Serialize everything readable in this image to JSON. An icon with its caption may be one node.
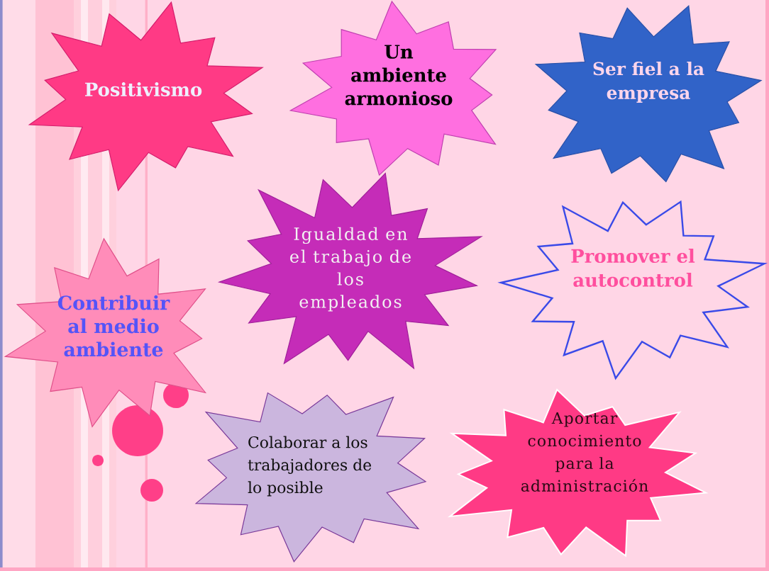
{
  "diagram": {
    "nodes": [
      {
        "text": [
          "Positivismo"
        ]
      },
      {
        "text": [
          "Un ambiente armonioso"
        ]
      },
      {
        "text": [
          "Ser fiel a la empresa"
        ]
      },
      {
        "text": [
          "Contribuir al medio ambiente"
        ]
      },
      {
        "text": [
          "Igualdad en el trabajo de los empleados"
        ]
      },
      {
        "text": [
          "Promover el autocontrol"
        ]
      },
      {
        "text": [
          "Colaborar a los trabajadores de lo posible"
        ]
      },
      {
        "text": [
          "Aportar conocimiento para la administración"
        ]
      }
    ]
  }
}
